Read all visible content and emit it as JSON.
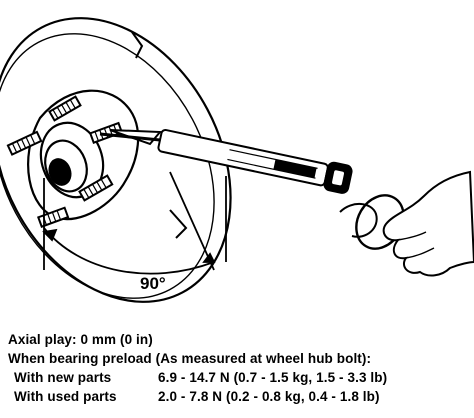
{
  "diagram": {
    "angle_label": "90°"
  },
  "specs": {
    "axial_play": "Axial play:  0 mm (0 in)",
    "preload_heading": "When bearing preload (As measured at wheel hub bolt):",
    "rows": [
      {
        "label": "With new parts",
        "value": "6.9 - 14.7 N (0.7 - 1.5 kg, 1.5 - 3.3 lb)"
      },
      {
        "label": "With used parts",
        "value": "2.0 - 7.8 N (0.2 - 0.8 kg, 0.4 - 1.8 lb)"
      }
    ]
  }
}
